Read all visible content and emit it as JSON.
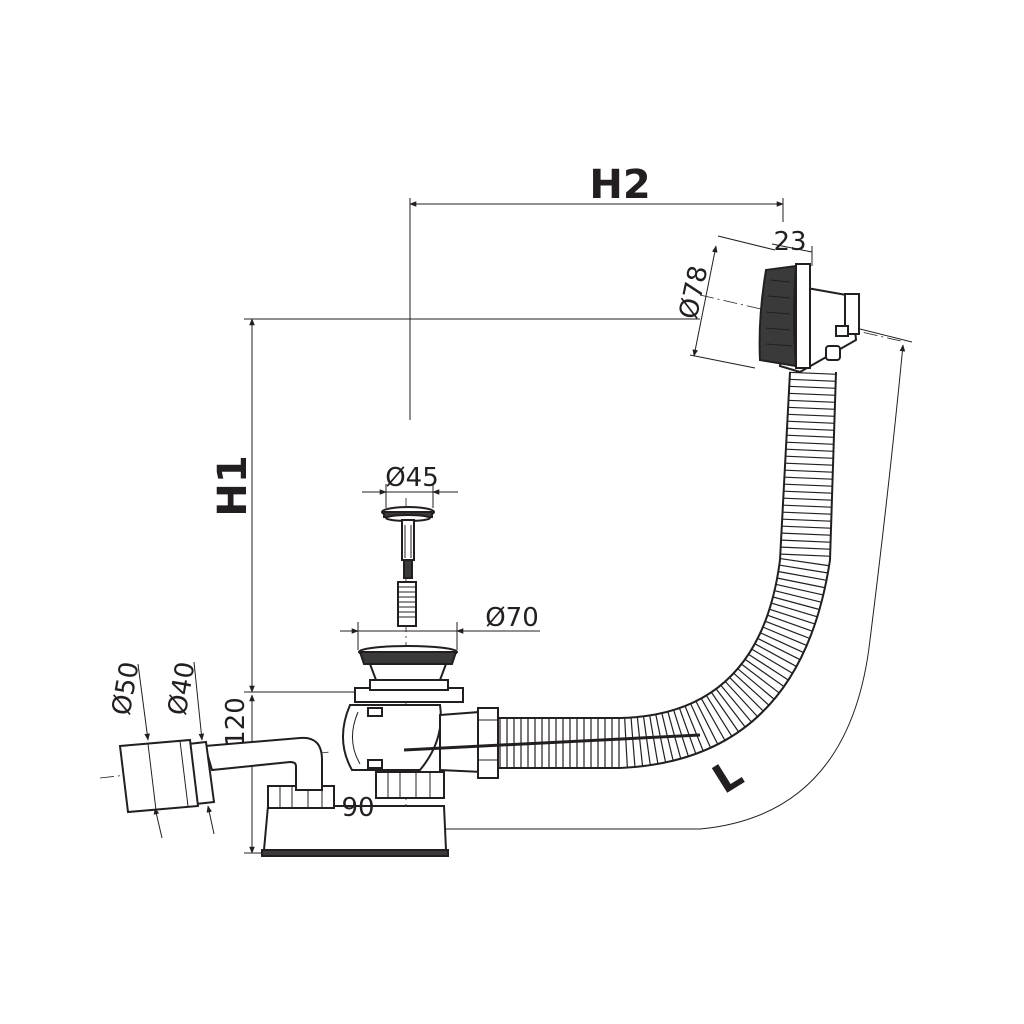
{
  "diagram": {
    "labels": {
      "h1": "H1",
      "h2": "H2",
      "l": "L",
      "d78": "Ø78",
      "d23": "23",
      "d45": "Ø45",
      "d70": "Ø70",
      "d50": "Ø50",
      "d40": "Ø40",
      "d120": "120",
      "d90": "90"
    },
    "colors": {
      "line": "#231f20",
      "dark_part": "#3a3a3a",
      "background": "#ffffff"
    }
  }
}
